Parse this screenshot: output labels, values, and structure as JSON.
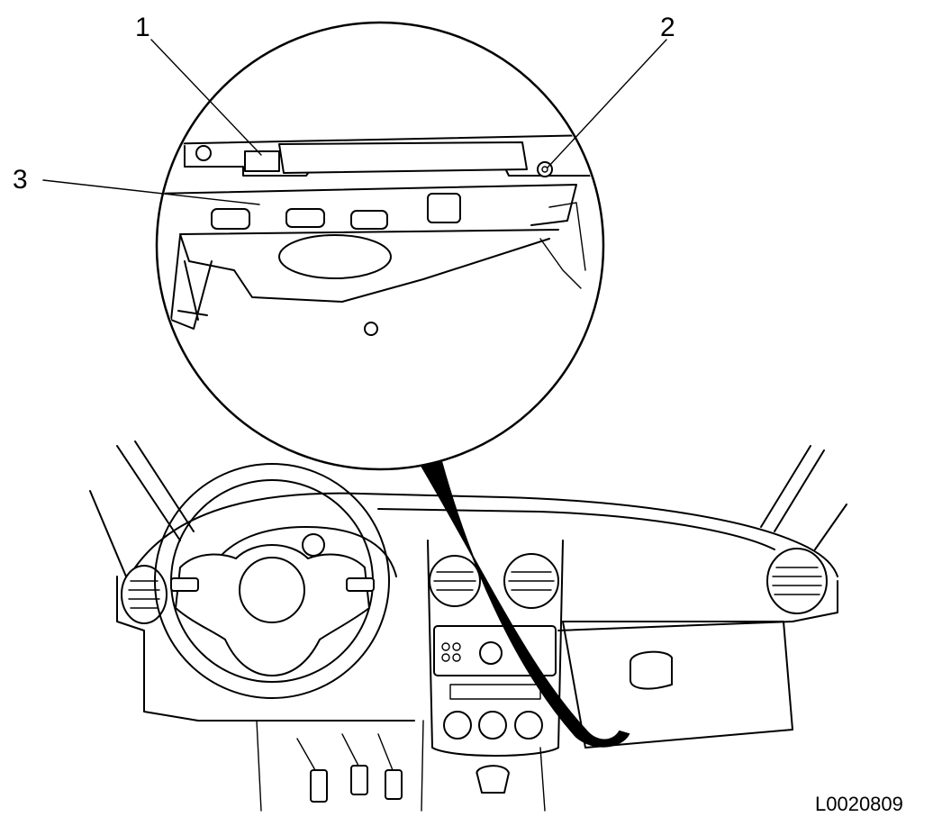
{
  "callouts": [
    {
      "id": "1",
      "label": "1"
    },
    {
      "id": "2",
      "label": "2"
    },
    {
      "id": "3",
      "label": "3"
    }
  ],
  "figure_ref": "L0020809"
}
